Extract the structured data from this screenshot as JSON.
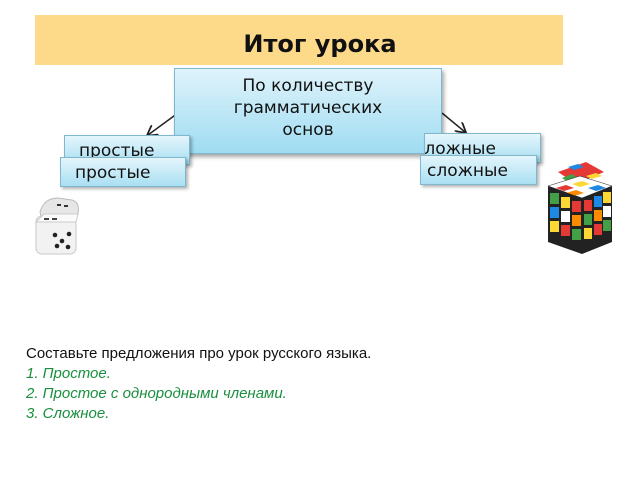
{
  "slide": {
    "title": "Итог урока",
    "main_box": {
      "line1": "По количеству",
      "line2": "грамматических",
      "line3": "основ"
    },
    "left_back_label": "простые",
    "left_front_label": "простые",
    "right_back_label": "сложные",
    "right_front_label": "сложные",
    "task": {
      "heading": "Составьте предложения про урок русского языка.",
      "items": [
        "1. Простое.",
        "2. Простое с однородными членами.",
        "3. Сложное."
      ]
    },
    "colors": {
      "title_bg": "#fdd98a",
      "box_fill": "#9fdcf2",
      "task_items": "#1a8f3e"
    },
    "icons": [
      "dice-icon",
      "rubiks-cube-icon"
    ]
  }
}
